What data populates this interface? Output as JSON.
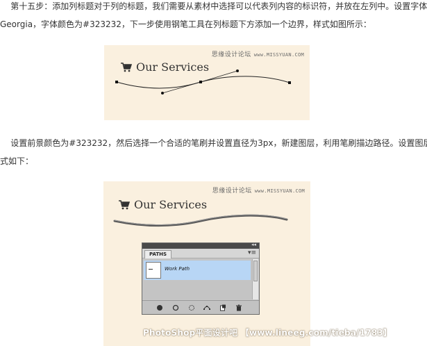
{
  "step15": {
    "lines": [
      "    第十五步：添加列标题对于列的标题，我们需要从素材中选择可以代表列内容的标识符，并放在左列中。设置字体为",
      "Georgia，字体颜色为#323232，下一步使用钢笔工具在列标题下方添加一个边界，样式如图所示："
    ]
  },
  "step16": {
    "lines": [
      "    设置前景颜色为#323232，然后选择一个合适的笔刷并设置直径为3px，新建图层，利用笔刷描边路径。设置图层样",
      "式如下："
    ]
  },
  "figure1": {
    "watermark_cn": "思缘设计论坛",
    "watermark_site": "www.MISSYUAN.COM",
    "heading": "Our Services",
    "icon": "shopping-cart-icon"
  },
  "figure2": {
    "watermark_cn": "思缘设计论坛",
    "watermark_site": "www.MISSYUAN.COM",
    "heading": "Our Services",
    "icon": "shopping-cart-icon",
    "paths_panel": {
      "tab": "PATHS",
      "menu_icon": "panel-menu-icon",
      "rows": [
        {
          "name": "Work Path",
          "selected": true
        }
      ],
      "tools": [
        "fill-path-icon",
        "stroke-path-icon",
        "load-selection-icon",
        "make-work-path-icon",
        "new-path-icon",
        "delete-path-icon"
      ]
    }
  },
  "footer_watermark": "PhotoShop平面设计吧 【www.lineeg.com/tieba/1783】",
  "colors": {
    "text": "#323232",
    "figure_bg": "#faf0df",
    "selection": "#b8d6f5"
  }
}
